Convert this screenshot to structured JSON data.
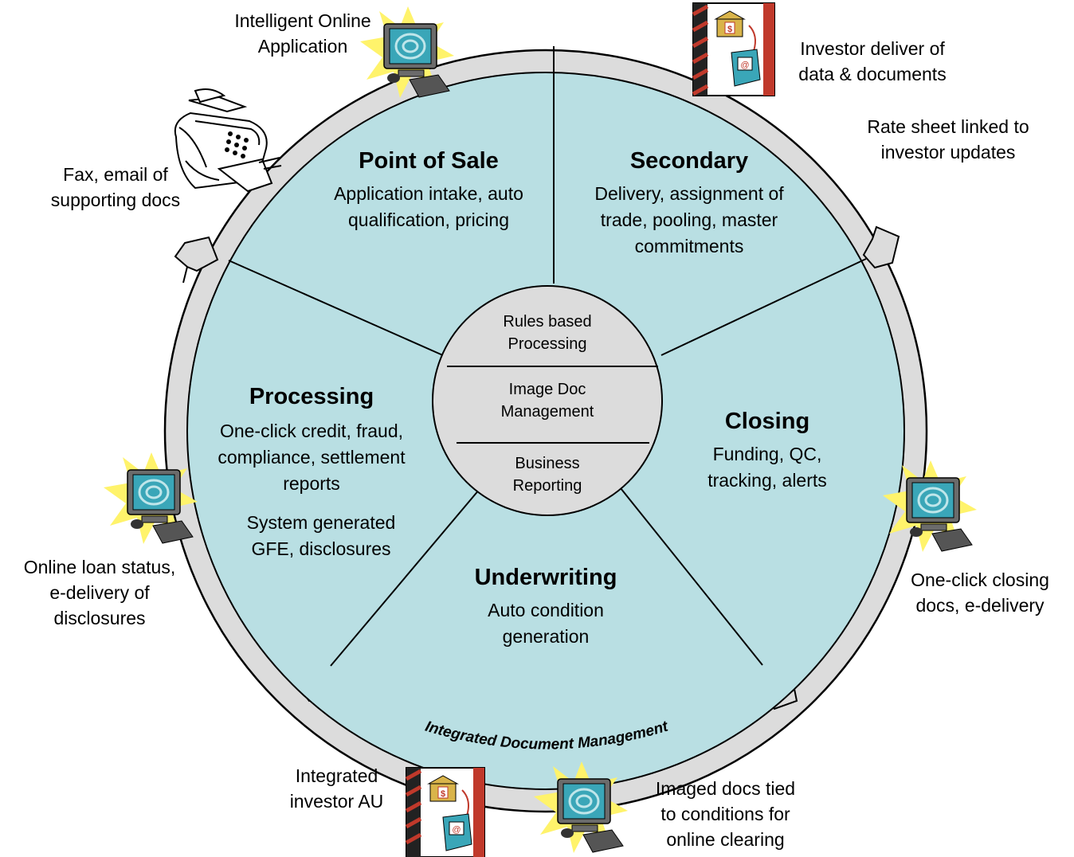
{
  "colors": {
    "segment_fill": "#b9dfe3",
    "ring_fill": "#dcdcdc",
    "hub_fill": "#dcdcdc",
    "stroke": "#000000",
    "starburst": "#fff36b",
    "monitor_screen": "#3aa6b8",
    "binder_red": "#c0392b"
  },
  "segments": [
    {
      "title": "Point of Sale",
      "desc": [
        "Application intake, auto",
        "qualification, pricing"
      ]
    },
    {
      "title": "Secondary",
      "desc": [
        "Delivery, assignment of",
        "trade, pooling, master",
        "commitments"
      ]
    },
    {
      "title": "Closing",
      "desc": [
        "Funding, QC,",
        "tracking, alerts"
      ]
    },
    {
      "title": "Underwriting",
      "desc": [
        "Auto condition",
        "generation"
      ]
    },
    {
      "title": "Processing",
      "desc": [
        "One-click credit, fraud,",
        "compliance, settlement",
        "reports"
      ],
      "desc2": [
        "System generated",
        "GFE, disclosures"
      ]
    }
  ],
  "hub": [
    [
      "Rules based",
      "Processing"
    ],
    [
      "Image Doc",
      "Management"
    ],
    [
      "Business",
      "Reporting"
    ]
  ],
  "ring_label": "Integrated Document Management",
  "outer_labels": {
    "online_application": [
      "Intelligent Online",
      "Application"
    ],
    "investor_delivery": [
      "Investor deliver of",
      "data & documents"
    ],
    "rate_sheet": [
      "Rate sheet linked to",
      "investor updates"
    ],
    "fax_email": [
      "Fax, email of",
      "supporting docs"
    ],
    "loan_status": [
      "Online loan status,",
      "e-delivery of",
      "disclosures"
    ],
    "closing_docs": [
      "One-click closing",
      "docs, e-delivery"
    ],
    "investor_au": [
      "Integrated",
      "investor AU"
    ],
    "imaged_docs": [
      "Imaged docs tied",
      "to conditions for",
      "online clearing"
    ]
  },
  "icons": [
    "computer-starburst-icon",
    "binder-bank-icon",
    "fax-machine-icon"
  ]
}
